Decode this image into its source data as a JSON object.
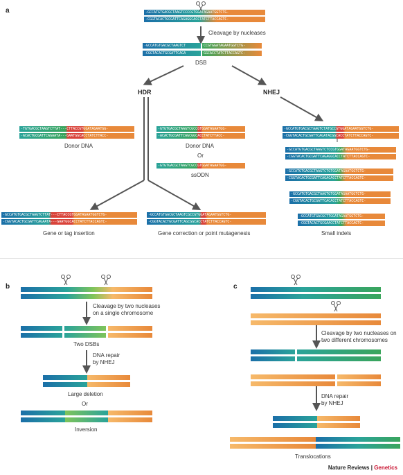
{
  "panels": {
    "a": "a",
    "b": "b",
    "c": "c"
  },
  "panel_a": {
    "seq_top": "-GCCATGTGACGCTAAGTCCCCGTGGATAGAATGGTCTG-",
    "seq_bottom": "-CGGTACACTGCGATTCAGAGGCACCTATCTTACCAGTC-",
    "dsb_top_left": "-GCCATGTGACGCTAAGTCT",
    "dsb_top_right": "CCGTGGATAGAATGGTCTG-",
    "dsb_bot_left": "-CGGTACACTGCGATTCAGA",
    "dsb_bot_right": "GGCACCTATCTTACCAGTC-",
    "cleavage_label": "Cleavage by nucleases",
    "dsb_label": "DSB",
    "hdr_label": "HDR",
    "nhej_label": "NHEJ",
    "donor_dna_label_1": "Donor DNA",
    "donor_dna_label_2": "Donor DNA",
    "or_label": "Or",
    "ssodn_label": "ssODN",
    "gene_insertion_label": "Gene or tag insertion",
    "gene_correction_label": "Gene correction or point mutagenesis",
    "small_indels_label": "Small indels",
    "donor1_top": "-TGTGACGCTAAGTCTTAT---CTTACCGTGGATAGAATGG-",
    "donor1_bot": "-ACACTGCGATTCAGAATA---GAATGGCACCTATCTTACC-",
    "donor2_top": "-GTGTGACGCTAAGTCGCCGTGGATAGAATGG-",
    "donor2_bot": "-ACACTGCGATTCAGCGGCACCTATCTTACC-",
    "ssodn_seq": "-GTGTGACGCTAAGTCGCCGTGGATAGAATGG-",
    "insert_top": "-GCCATGTGACGCTAAGTCTTAT---CTTACCGTGGATAGAATGGTCTG-",
    "insert_bot": "-CGGTACACTGCGATTCAGAATA---GAATGGCACCTATCTTACCAGTC-",
    "correct_top": "-GCCATGTGACGCTAAGTCGCCGTGGATAGAATGGTCTG-",
    "correct_bot": "-CGGTACACTGCGATTCAGCGGCACCTATCTTACCAGTC-",
    "indel1_top": "-GCCATGTGACGCTAAGTCTATGCCGTGGATAGAATGGTCTG-",
    "indel1_bot": "-CGGTACACTGCGATTCAGATACGGCACCTATCTTACCAGTC-",
    "indel2_top": "-GCCATGTGACGCTAAGTCTCCGTGGATAGAATGGTCTG-",
    "indel2_bot": "-CGGTACACTGCGATTCAGAGGCACCTATCTTACCAGTC-",
    "indel3_top": "-GCCATGTGACGCTAAGTCTGTGGATAGAATGGTCTG-",
    "indel3_bot": "-CGGTACACTGCGATTCAGACACCTATCTTACCAGTC-",
    "indel4_top": "-GCCATGTGACGCTAAGTGTGGATAGAATGGTCTG-",
    "indel4_bot": "-CGGTACACTGCGATTCACACCTATCTTACCAGTC-",
    "indel5_top": "-GCCATGTGACGCTTGGATAGAATGGTCTG-",
    "indel5_bot": "-CGGTACACTGCGAACCTATCTTACCAGTC-"
  },
  "panel_b": {
    "cleavage_label": "Cleavage by two nucleases\non a single chromosome",
    "two_dsbs_label": "Two DSBs",
    "repair_label": "DNA repair\nby NHEJ",
    "large_deletion_label": "Large deletion",
    "or_label": "Or",
    "inversion_label": "Inversion"
  },
  "panel_c": {
    "cleavage_label": "Cleavage by two nucleases on\ntwo different chromosomes",
    "repair_label": "DNA repair\nby NHEJ",
    "translocations_label": "Translocations"
  },
  "footer": {
    "journal": "Nature Reviews",
    "sep": " | ",
    "section": "Genetics"
  },
  "colors": {
    "blue": "#1b6fa8",
    "teal": "#2aa39a",
    "green": "#3aa55c",
    "orange": "#e8893a",
    "light_orange": "#f6b96a",
    "red": "#d9433a",
    "arrow": "#555555"
  }
}
